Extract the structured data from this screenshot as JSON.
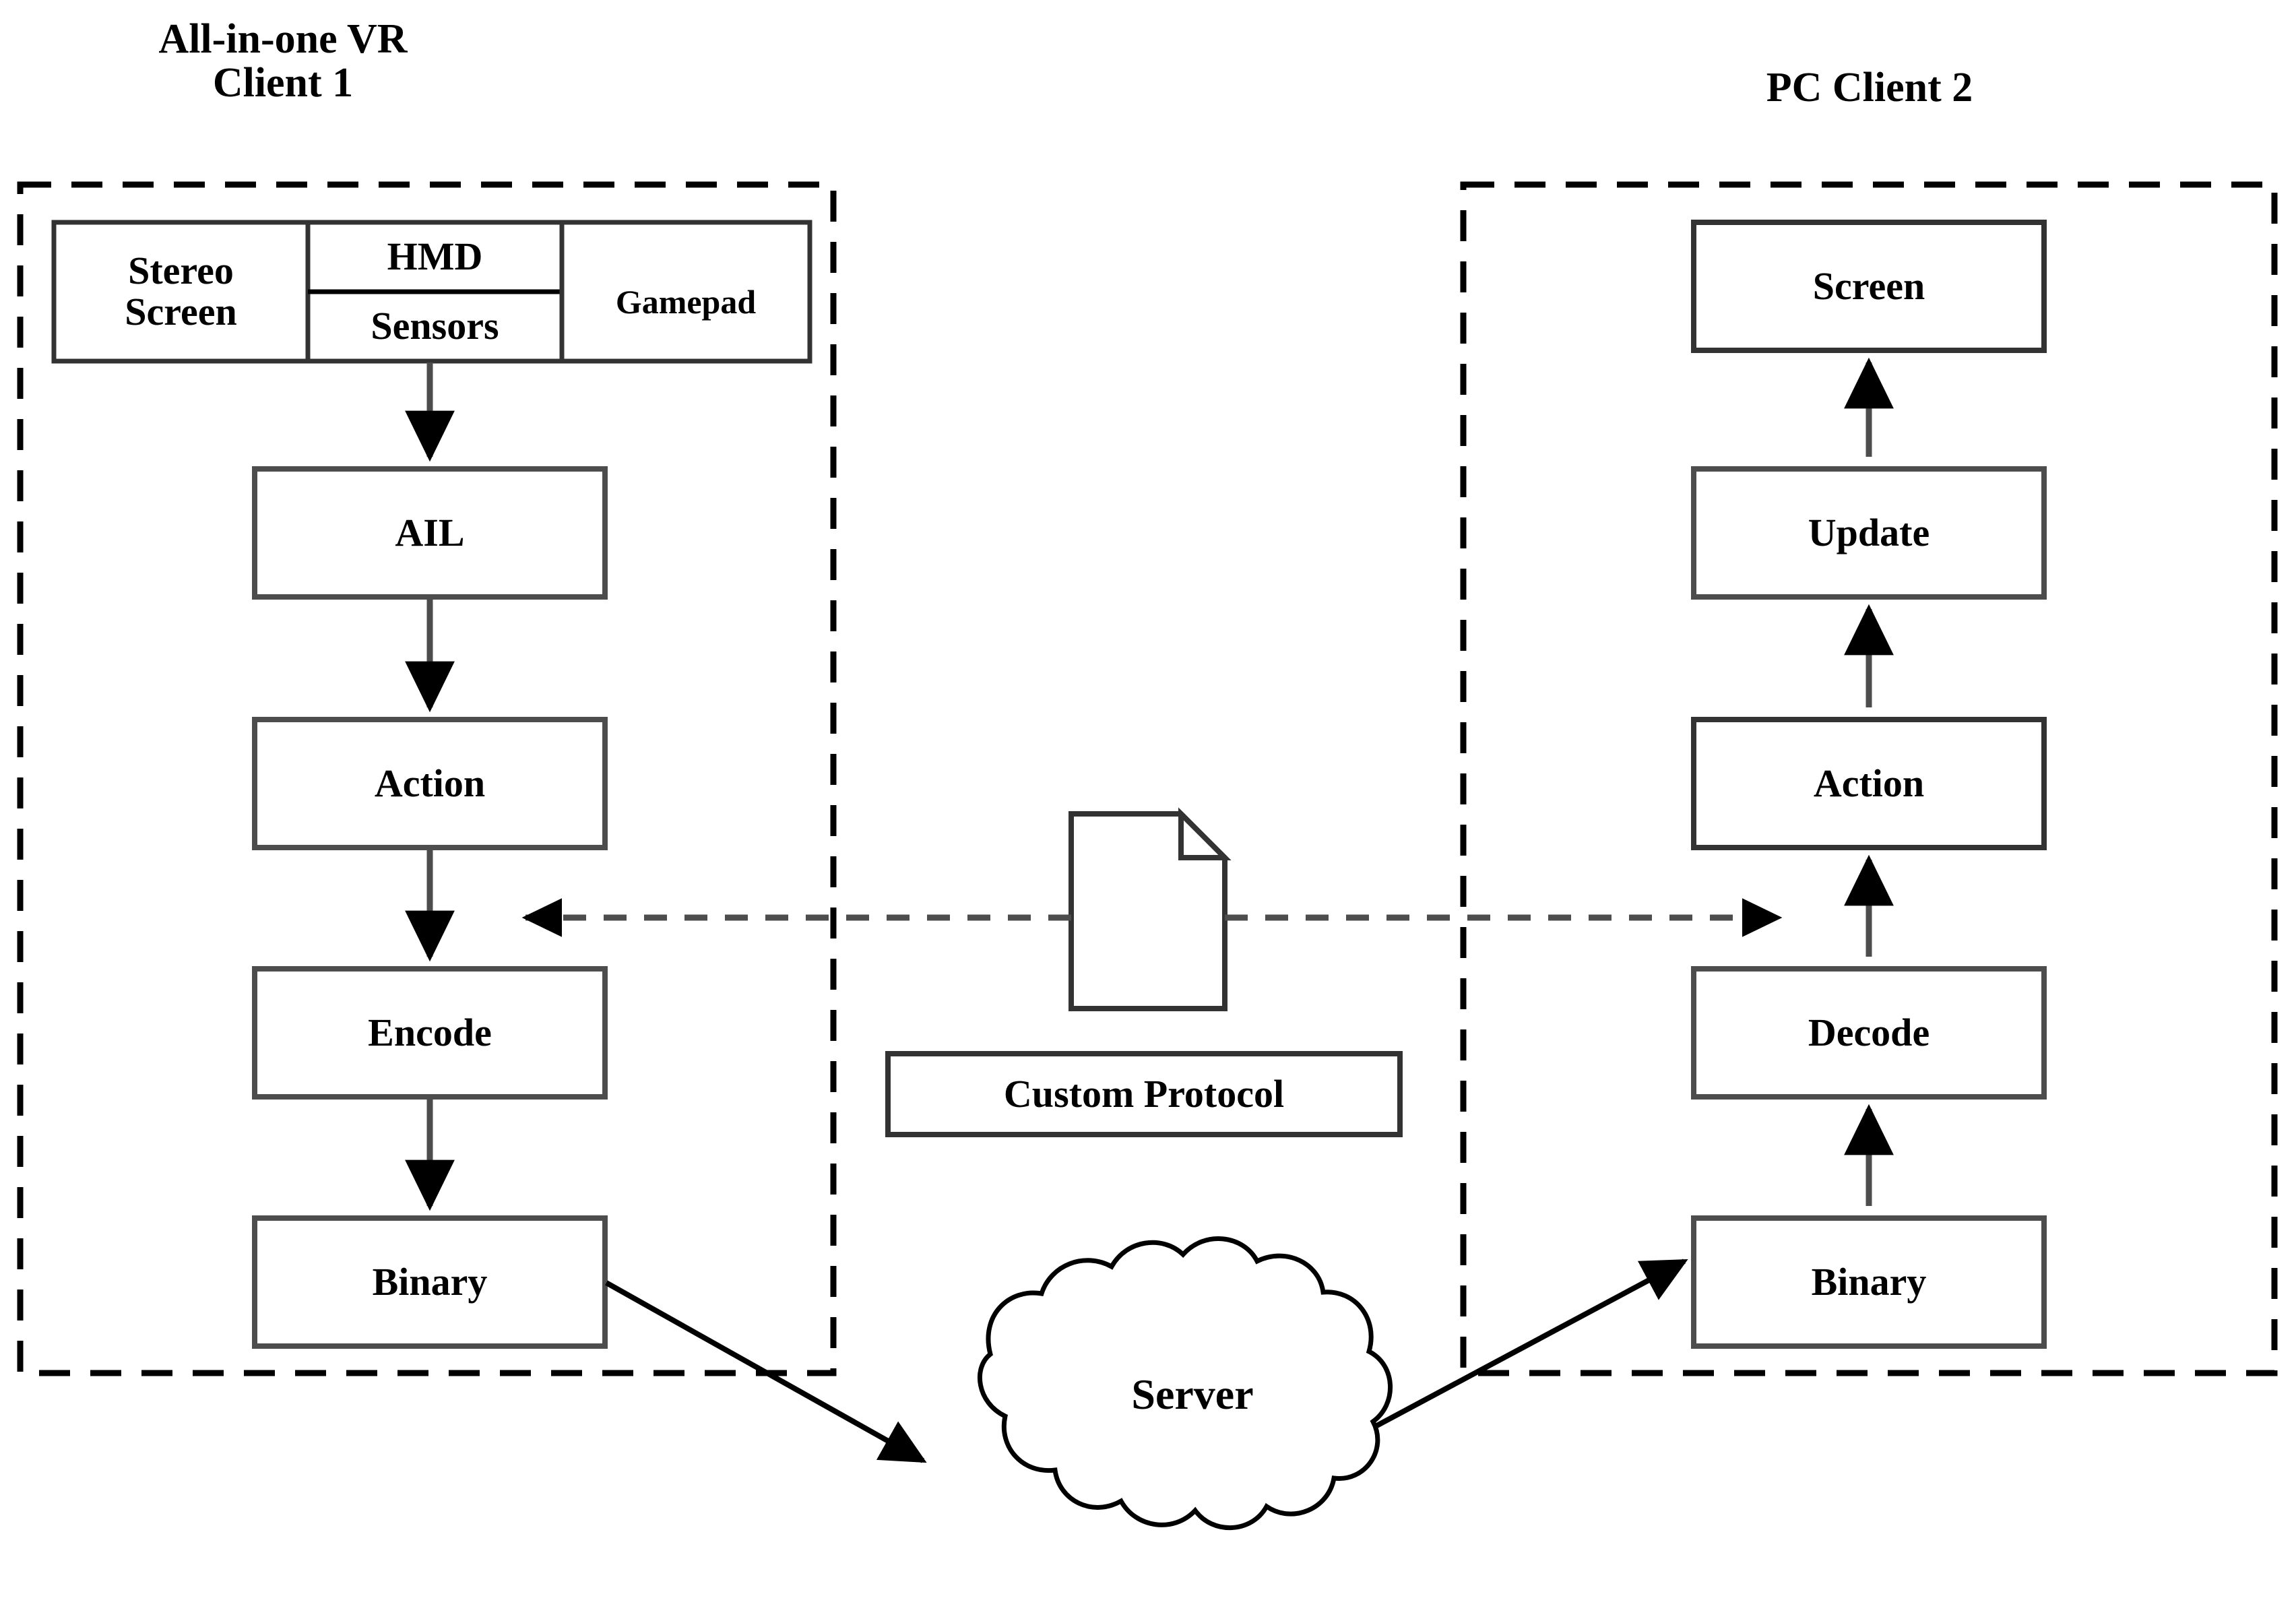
{
  "diagram": {
    "title": "VR streaming client-server architecture",
    "background": "#ffffff",
    "stroke": "#000000",
    "box_fill": "#ffffff"
  },
  "headings": {
    "left": "All-in-one VR\nClient 1",
    "right": "PC Client 2"
  },
  "client1": {
    "container_name": "all-in-one-vr-client-1",
    "devices": {
      "stereo_screen": "Stereo\nScreen",
      "hmd": "HMD",
      "sensors": "Sensors",
      "gamepad": "Gamepad"
    },
    "pipeline": [
      {
        "id": "ail",
        "label": "AIL"
      },
      {
        "id": "action",
        "label": "Action"
      },
      {
        "id": "encode",
        "label": "Encode"
      },
      {
        "id": "binary",
        "label": "Binary"
      }
    ]
  },
  "client2": {
    "container_name": "pc-client-2",
    "pipeline": [
      {
        "id": "screen",
        "label": "Screen"
      },
      {
        "id": "update",
        "label": "Update"
      },
      {
        "id": "action",
        "label": "Action"
      },
      {
        "id": "decode",
        "label": "Decode"
      },
      {
        "id": "binary",
        "label": "Binary"
      }
    ]
  },
  "middle": {
    "document_icon": "document-page-icon",
    "protocol_label": "Custom Protocol"
  },
  "server": {
    "label": "Server",
    "shape": "cloud"
  },
  "connectors": {
    "protocol_link": "bidirectional-dashed",
    "client1_to_server": "solid-arrow",
    "server_to_client2": "solid-arrow"
  }
}
